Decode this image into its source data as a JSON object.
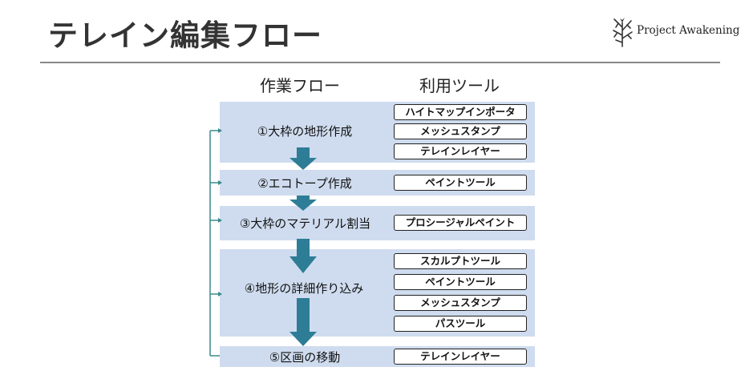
{
  "header": {
    "title": "テレイン編集フロー",
    "logo_text": "Project Awakening"
  },
  "columns": {
    "flow": "作業フロー",
    "tools": "利用ツール"
  },
  "steps": [
    {
      "label": "①大枠の地形作成",
      "tools": [
        "ハイトマップインポータ",
        "メッシュスタンプ",
        "テレインレイヤー"
      ]
    },
    {
      "label": "②エコトープ作成",
      "tools": [
        "ペイントツール"
      ]
    },
    {
      "label": "③大枠のマテリアル割当",
      "tools": [
        "プロシージャルペイント"
      ]
    },
    {
      "label": "④地形の詳細作り込み",
      "tools": [
        "スカルプトツール",
        "ペイントツール",
        "メッシュスタンプ",
        "パスツール"
      ]
    },
    {
      "label": "⑤区画の移動",
      "tools": [
        "テレインレイヤー"
      ]
    }
  ],
  "colors": {
    "band": "#cfdcef",
    "arrow": "#2e7d96",
    "feedback_line": "#3a8a8a"
  }
}
